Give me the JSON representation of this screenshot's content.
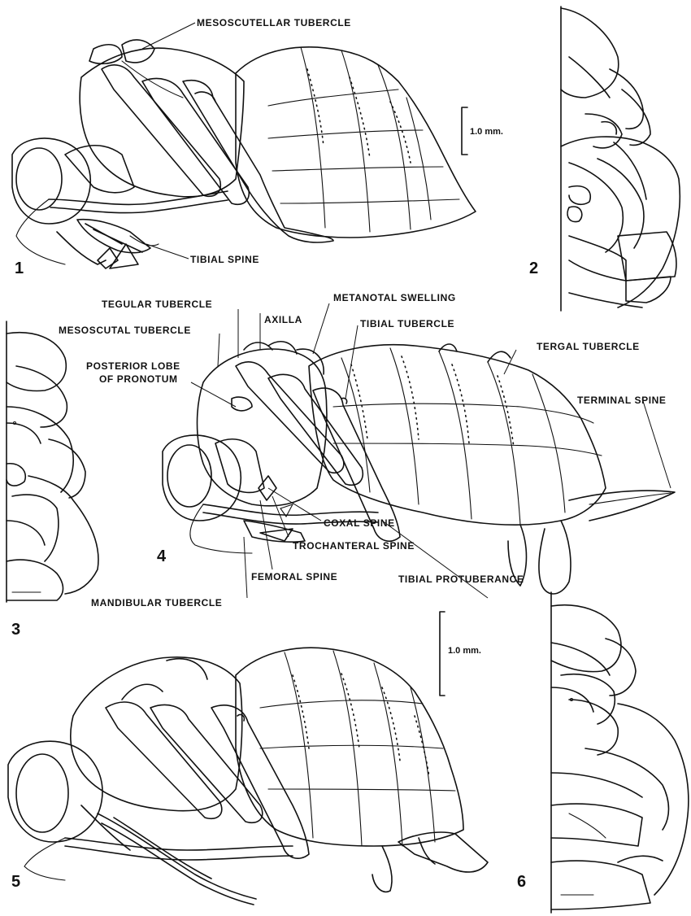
{
  "figure_numbers": {
    "f1": "1",
    "f2": "2",
    "f3": "3",
    "f4": "4",
    "f5": "5",
    "f6": "6"
  },
  "scale_bars": {
    "top": "1.0 mm.",
    "bottom": "1.0 mm."
  },
  "labels": {
    "mesoscutellar_tubercle": "MESOSCUTELLAR TUBERCLE",
    "tibial_spine": "TIBIAL SPINE",
    "tegular_tubercle": "TEGULAR TUBERCLE",
    "metanotal_swelling": "METANOTAL SWELLING",
    "axilla": "AXILLA",
    "tibial_tubercle": "TIBIAL TUBERCLE",
    "mesoscutal_tubercle": "MESOSCUTAL TUBERCLE",
    "tergal_tubercle": "TERGAL TUBERCLE",
    "posterior_lobe_line1": "POSTERIOR LOBE",
    "posterior_lobe_line2": "OF PRONOTUM",
    "terminal_spine": "TERMINAL SPINE",
    "coxal_spine": "COXAL SPINE",
    "trochanteral_spine": "TROCHANTERAL SPINE",
    "femoral_spine": "FEMORAL SPINE",
    "tibial_protuberance": "TIBIAL PROTUBERANCE",
    "mandibular_tubercle": "MANDIBULAR TUBERCLE"
  }
}
